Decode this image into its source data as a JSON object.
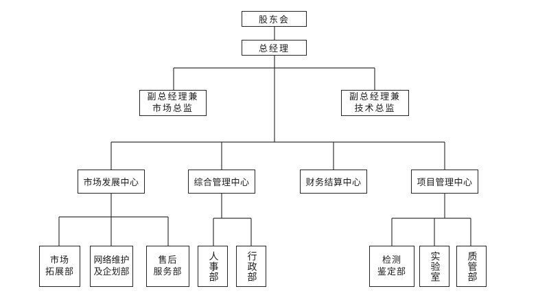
{
  "nodes": {
    "shareholders": "股东会",
    "gm": "总经理",
    "vp_market": [
      "副总经理兼",
      "市场总监"
    ],
    "vp_tech": [
      "副总经理兼",
      "技术总监"
    ],
    "market_dev": "市场发展中心",
    "general_mgmt": "综合管理中心",
    "finance": "财务结算中心",
    "project_mgmt": "项目管理中心",
    "market_expand": [
      "市场",
      "拓展部"
    ],
    "network": [
      "网络维护",
      "及企划部"
    ],
    "after_sales": [
      "售后",
      "服务部"
    ],
    "hr": "人事部",
    "admin": "行政部",
    "inspection": [
      "检测",
      "鉴定部"
    ],
    "lab": "实验室",
    "quality": "质管部"
  }
}
